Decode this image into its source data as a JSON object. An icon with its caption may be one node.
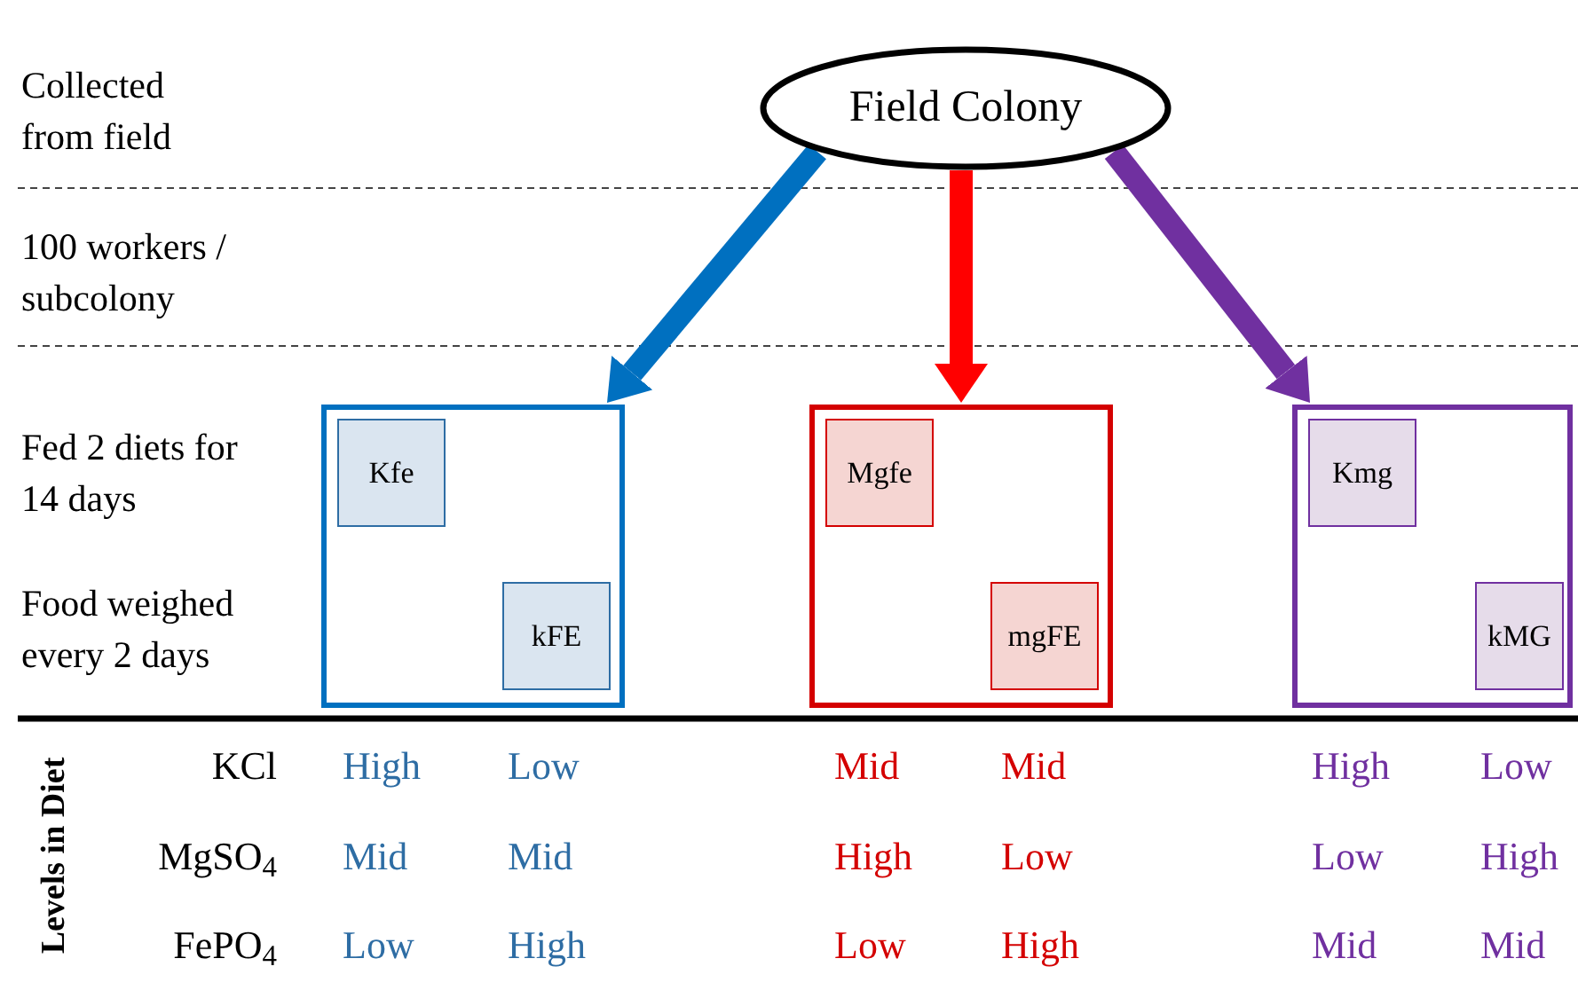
{
  "diagram": {
    "nodes": [
      {
        "text": [
          "Field Colony"
        ]
      },
      {
        "text": [],
        "shape": "box"
      },
      {
        "text": [
          "Kfe"
        ],
        "in": 1
      },
      {
        "text": [
          "kFE"
        ],
        "in": 1
      },
      {
        "text": [],
        "shape": "box"
      },
      {
        "text": [
          "Mgfe"
        ],
        "in": 4
      },
      {
        "text": [
          "mgFE"
        ],
        "in": 4
      },
      {
        "text": [],
        "shape": "box"
      },
      {
        "text": [
          "Kmg"
        ],
        "in": 7
      },
      {
        "text": [
          "kMG"
        ],
        "in": 7
      }
    ],
    "edges": [
      {
        "from": 0,
        "to": 1,
        "arrow": "to",
        "color": "#0070c0"
      },
      {
        "from": 0,
        "to": 4,
        "arrow": "to",
        "color": "#ff0000"
      },
      {
        "from": 0,
        "to": 7,
        "arrow": "to",
        "color": "#7030a0"
      }
    ],
    "labels": [
      "Collected from field",
      "100 workers / subcolony",
      "Fed 2 diets for 14 days",
      "Food weighed every 2 days",
      "Levels in Diet",
      "KCl",
      "High",
      "Low",
      "Mid",
      "Mid",
      "High",
      "Low",
      "MgSO$_{4}$",
      "Mid",
      "Mid",
      "High",
      "Low",
      "Low",
      "High",
      "FePO$_{4}$",
      "Low",
      "High",
      "Low",
      "High",
      "Mid",
      "Mid"
    ]
  }
}
